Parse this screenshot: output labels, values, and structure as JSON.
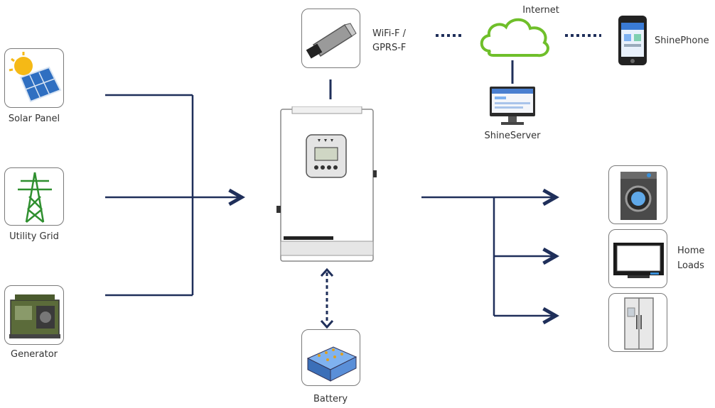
{
  "sources": {
    "solar_panel": "Solar Panel",
    "utility_grid": "Utility Grid",
    "generator": "Generator"
  },
  "monitoring": {
    "wifi_line1": "WiFi-F /",
    "wifi_line2": "GPRS-F",
    "internet": "Internet",
    "shine_phone": "ShinePhone",
    "shine_server": "ShineServer"
  },
  "storage": {
    "battery": "Battery"
  },
  "loads": {
    "line1": "Home",
    "line2": "Loads"
  },
  "colors": {
    "line": "#1f2f5a",
    "box_border": "#7a7a7a",
    "cloud": "#6fbf2a",
    "dotted": "#1f2f5a"
  }
}
